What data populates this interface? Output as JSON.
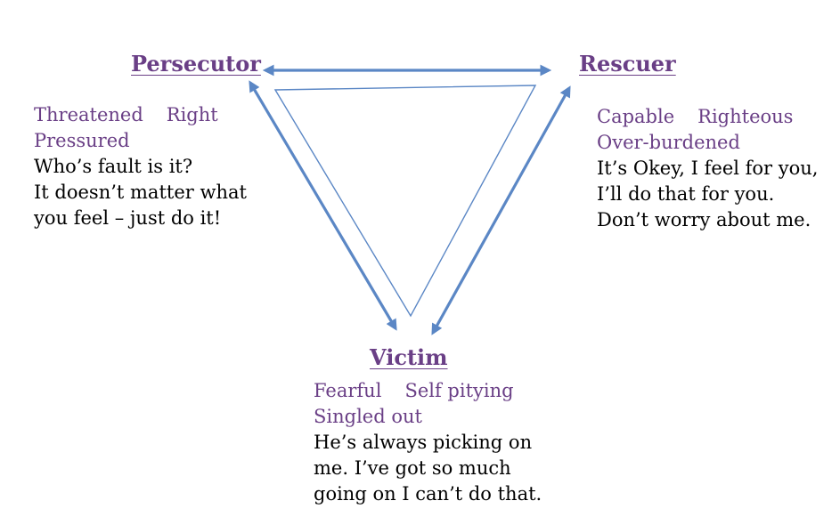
{
  "colors": {
    "arrow": "#5b87c5",
    "triangle": "#5b87c5",
    "title": "#6a3f86",
    "trait": "#6a3f86",
    "quote": "#000000",
    "background": "#ffffff"
  },
  "persecutor": {
    "title": "Persecutor",
    "traits": [
      "Threatened",
      "Right",
      "Pressured"
    ],
    "quote_lines": [
      "Who’s fault is it?",
      "It doesn’t matter what",
      "you feel – just do it!"
    ]
  },
  "rescuer": {
    "title": "Rescuer",
    "traits": [
      "Capable",
      "Righteous",
      "Over-burdened"
    ],
    "quote_lines": [
      "It’s Okey, I feel for you,",
      "I’ll do that for you.",
      "Don’t worry about me."
    ]
  },
  "victim": {
    "title": "Victim",
    "traits": [
      "Fearful",
      "Self pitying",
      "Singled out"
    ],
    "quote_lines": [
      "He’s always picking on",
      "me. I’ve got so much",
      "going on I can’t do that."
    ]
  }
}
